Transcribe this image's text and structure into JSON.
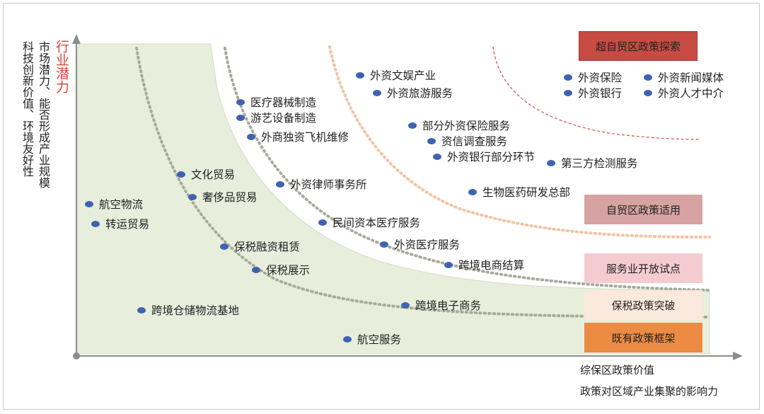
{
  "y_axis": {
    "title": "行业潜力",
    "desc_line1": "市场潜力、能否形成产业规模",
    "desc_line2": "科技创新价值、环境友好性"
  },
  "x_axis": {
    "label_line1": "综保区政策价值",
    "label_line2": "政策对区域产业集聚的影响力"
  },
  "legend": [
    {
      "label": "超自贸区政策探索",
      "color": "#c84b43"
    },
    {
      "label": "自贸区政策适用",
      "color": "#d7a3a2"
    },
    {
      "label": "服务业开放试点",
      "color": "#f4ccd0"
    },
    {
      "label": "保税政策突破",
      "color": "#fbe9de"
    },
    {
      "label": "既有政策框架",
      "color": "#ec8b43"
    }
  ],
  "items": [
    {
      "label": "外资文娱产业"
    },
    {
      "label": "外资旅游服务"
    },
    {
      "label": "外资保险"
    },
    {
      "label": "外资新闻媒体"
    },
    {
      "label": "外资银行"
    },
    {
      "label": "外资人才中介"
    },
    {
      "label": "医疗器械制造"
    },
    {
      "label": "游艺设备制造"
    },
    {
      "label": "外商独资飞机维修"
    },
    {
      "label": "部分外资保险服务"
    },
    {
      "label": "资信调查服务"
    },
    {
      "label": "外资银行部分环节"
    },
    {
      "label": "第三方检测服务"
    },
    {
      "label": "文化贸易"
    },
    {
      "label": "奢侈品贸易"
    },
    {
      "label": "外资律师事务所"
    },
    {
      "label": "生物医药研发总部"
    },
    {
      "label": "航空物流"
    },
    {
      "label": "转运贸易"
    },
    {
      "label": "民间资本医疗服务"
    },
    {
      "label": "保税融资租赁"
    },
    {
      "label": "外资医疗服务"
    },
    {
      "label": "保税展示"
    },
    {
      "label": "跨境电商结算"
    },
    {
      "label": "跨境仓储物流基地"
    },
    {
      "label": "跨境电子商务"
    },
    {
      "label": "航空服务"
    }
  ]
}
